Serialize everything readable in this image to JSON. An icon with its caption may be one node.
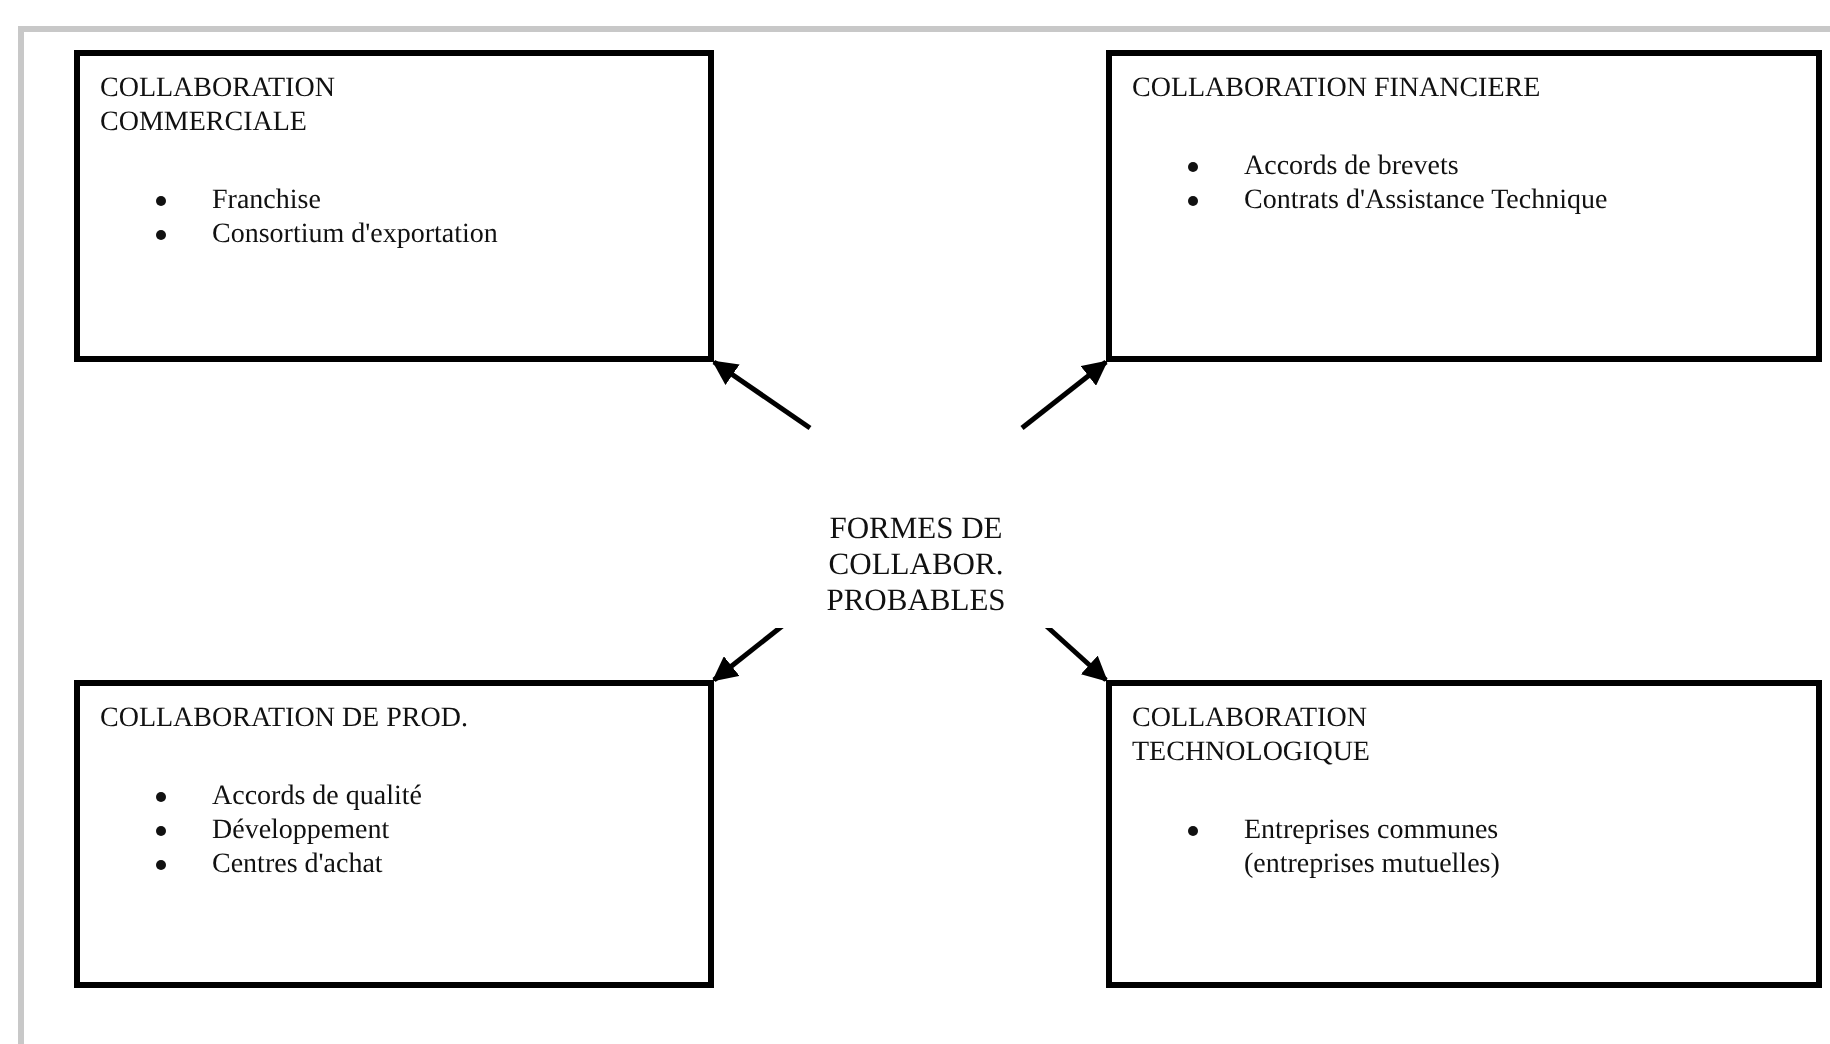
{
  "diagram": {
    "nodes": [
      {
        "text": [
          "COLLABORATION COMMERCIALE",
          "Franchise",
          "Consortium d'exportation"
        ]
      },
      {
        "text": [
          "COLLABORATION FINANCIERE",
          "Accords de brevets",
          "Contrats d'Assistance Technique"
        ]
      },
      {
        "text": [
          "FORMES DE COLLABOR. PROBABLES"
        ]
      },
      {
        "text": [
          "COLLABORATION DE PROD.",
          "Accords de qualité",
          "Développement",
          "Centres d'achat"
        ]
      },
      {
        "text": [
          "COLLABORATION TECHNOLOGIQUE",
          "Entreprises communes (entreprises mutuelles)"
        ]
      }
    ],
    "edges": [
      {
        "from": 2,
        "to": 0,
        "arrow": "to"
      },
      {
        "from": 2,
        "to": 1,
        "arrow": "to"
      },
      {
        "from": 2,
        "to": 3,
        "arrow": "to"
      },
      {
        "from": 2,
        "to": 4,
        "arrow": "to"
      }
    ]
  }
}
